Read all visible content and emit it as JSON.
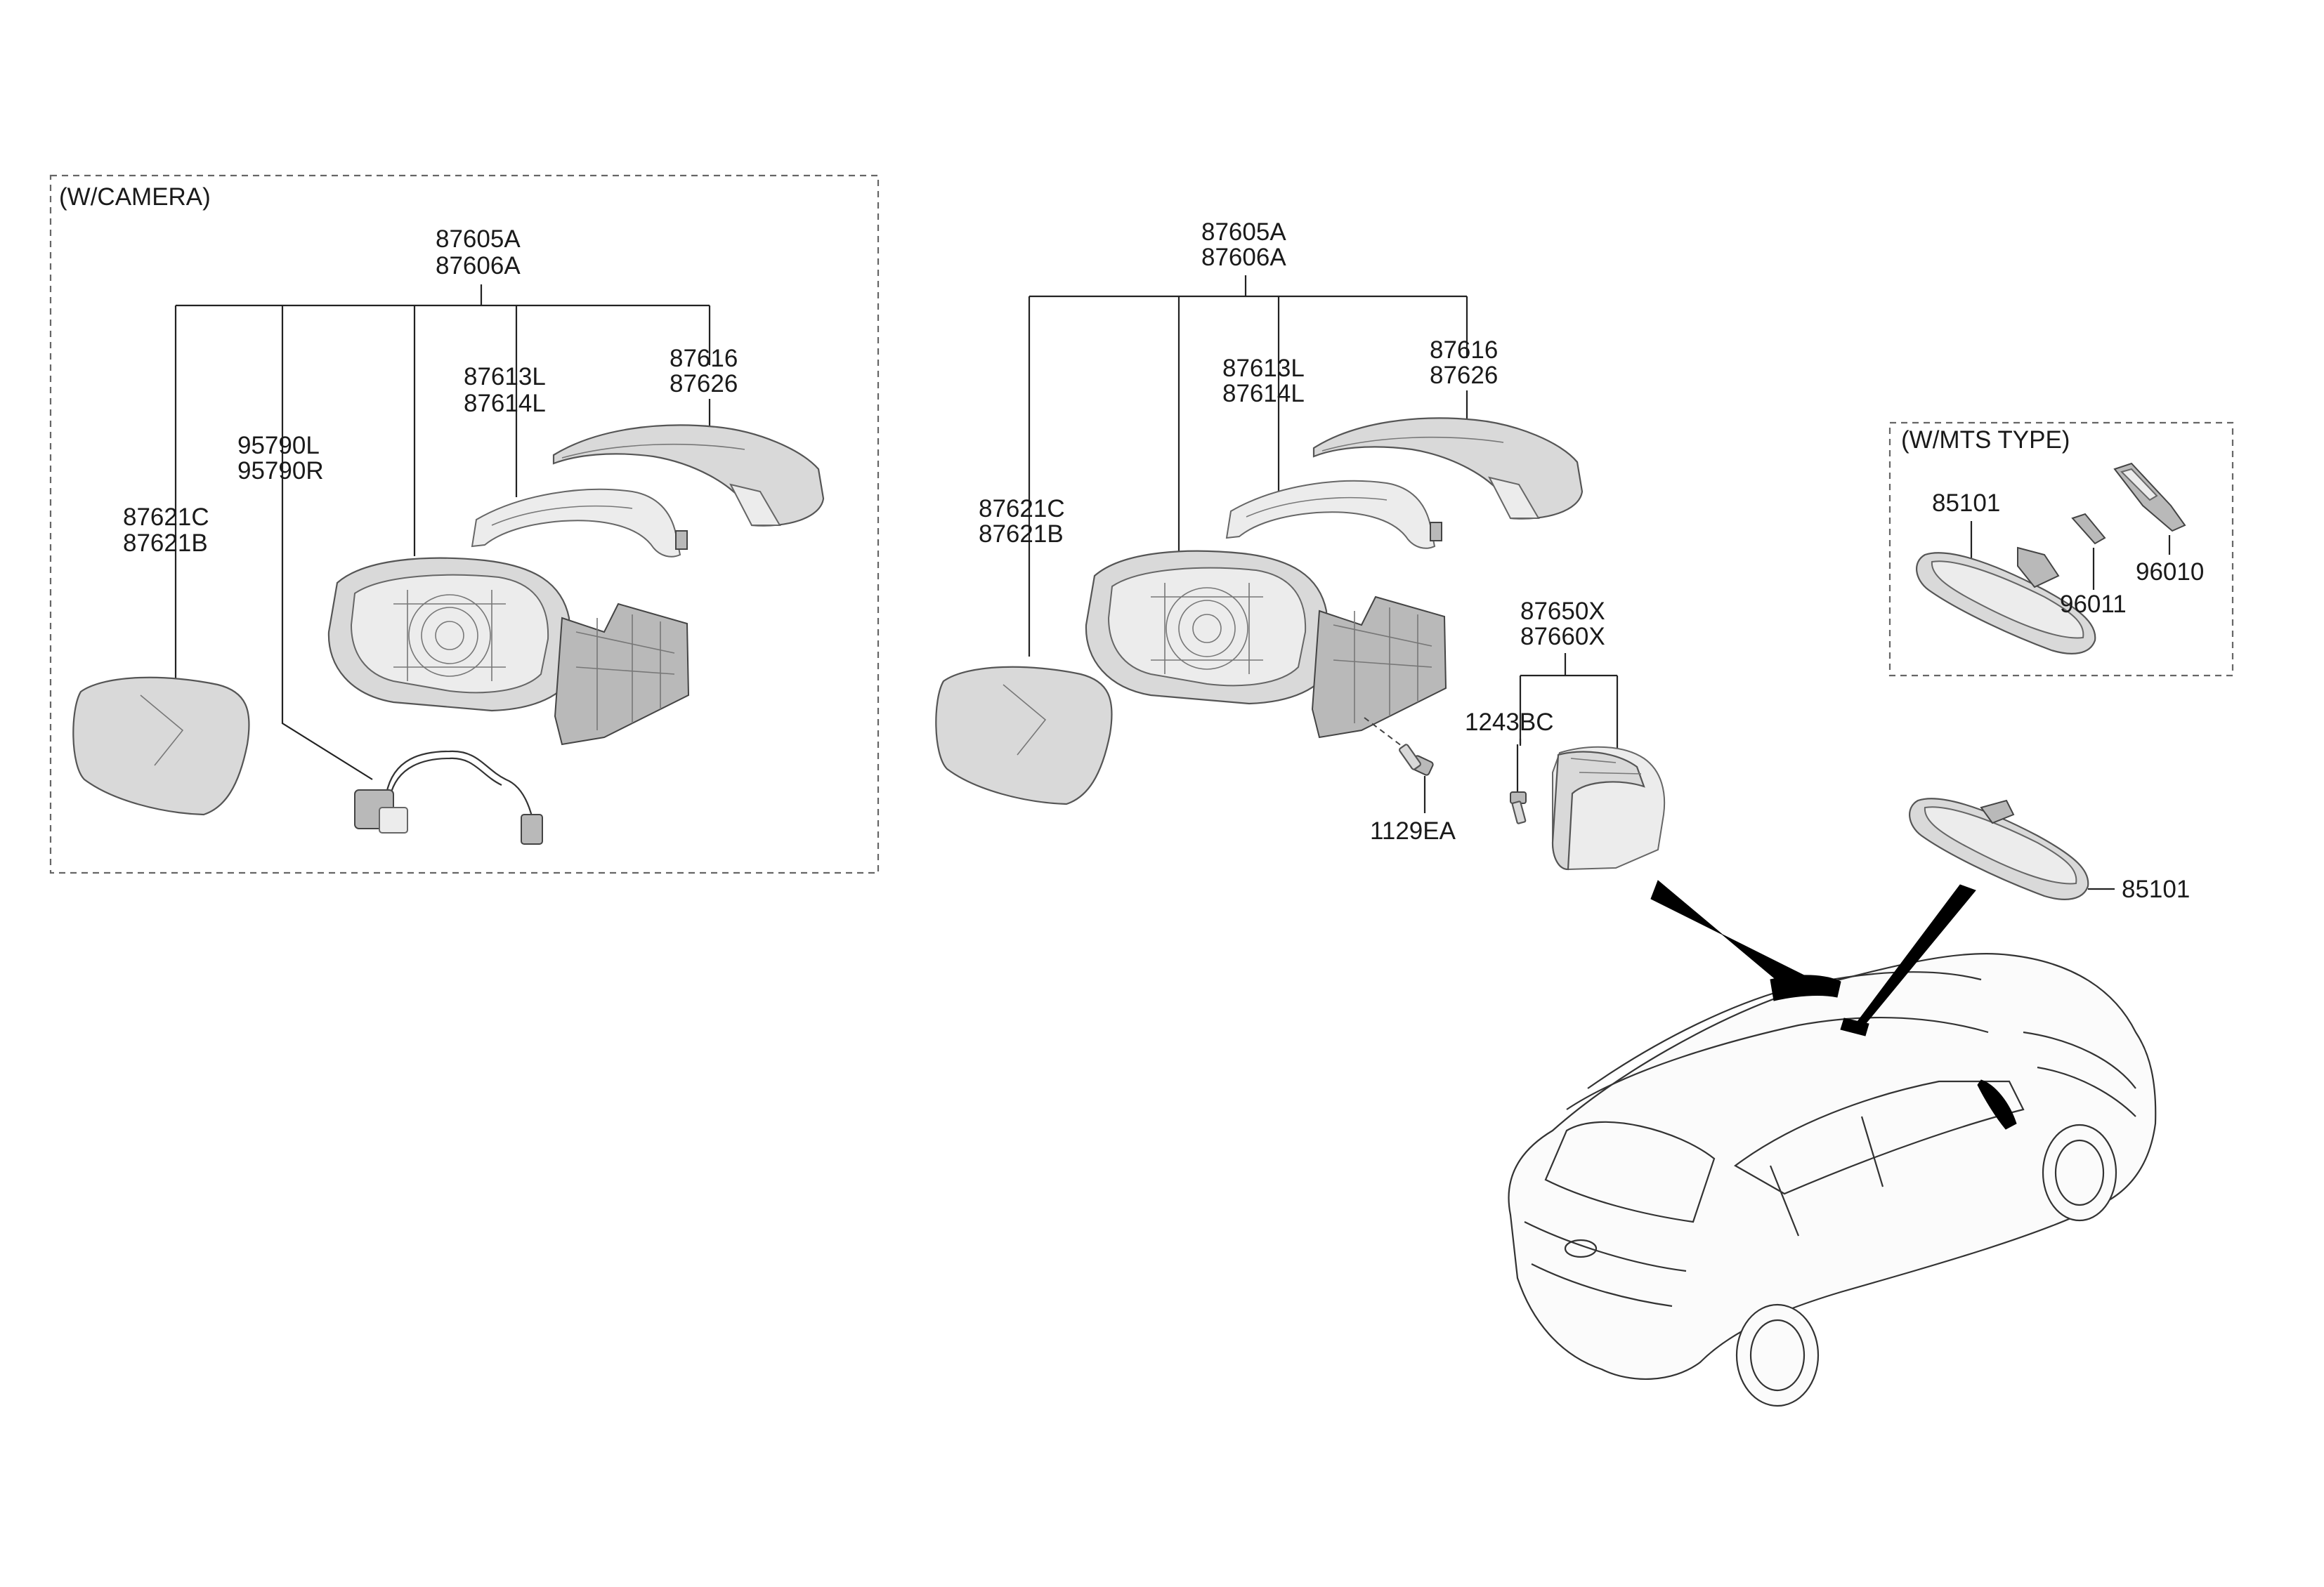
{
  "camera_group": {
    "title": "(W/CAMERA)",
    "labels": {
      "assembly_a": "87605A",
      "assembly_b": "87606A",
      "cover_a": "87616",
      "cover_b": "87626",
      "lamp_a": "87613L",
      "lamp_b": "87614L",
      "camera_a": "95790L",
      "camera_b": "95790R",
      "glass_a": "87621C",
      "glass_b": "87621B"
    }
  },
  "main_group": {
    "labels": {
      "assembly_a": "87605A",
      "assembly_b": "87606A",
      "cover_a": "87616",
      "cover_b": "87626",
      "lamp_a": "87613L",
      "lamp_b": "87614L",
      "glass_a": "87621C",
      "glass_b": "87621B",
      "cap_a": "87650X",
      "cap_b": "87660X",
      "screw_small": "1243BC",
      "bolt": "1129EA",
      "inside_mirror": "85101"
    }
  },
  "mts_group": {
    "title": "(W/MTS TYPE)",
    "labels": {
      "inside_mirror": "85101",
      "cover_a": "96011",
      "cover_b": "96010"
    }
  }
}
